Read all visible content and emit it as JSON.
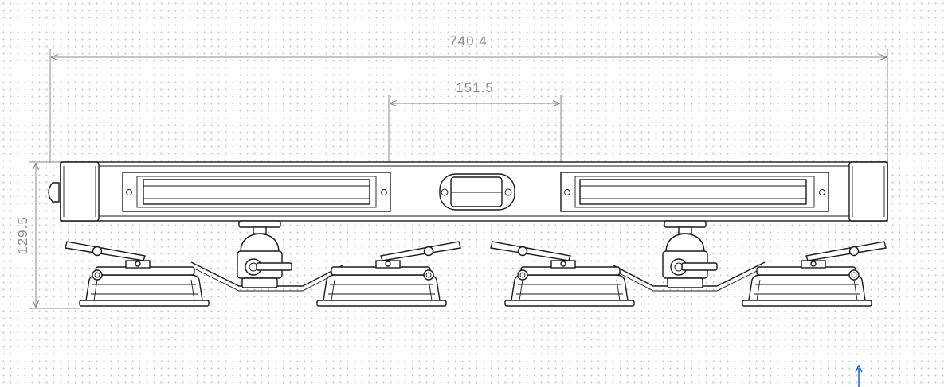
{
  "dimensions": {
    "overall_length": "740.4",
    "center_spacing": "151.5",
    "overall_height": "129.5"
  },
  "colors": {
    "grid_dot": "#c4c4c4",
    "dimension": "#8a8a8a",
    "ink": "#1a1a1a",
    "indicator": "#1a5fd6"
  }
}
